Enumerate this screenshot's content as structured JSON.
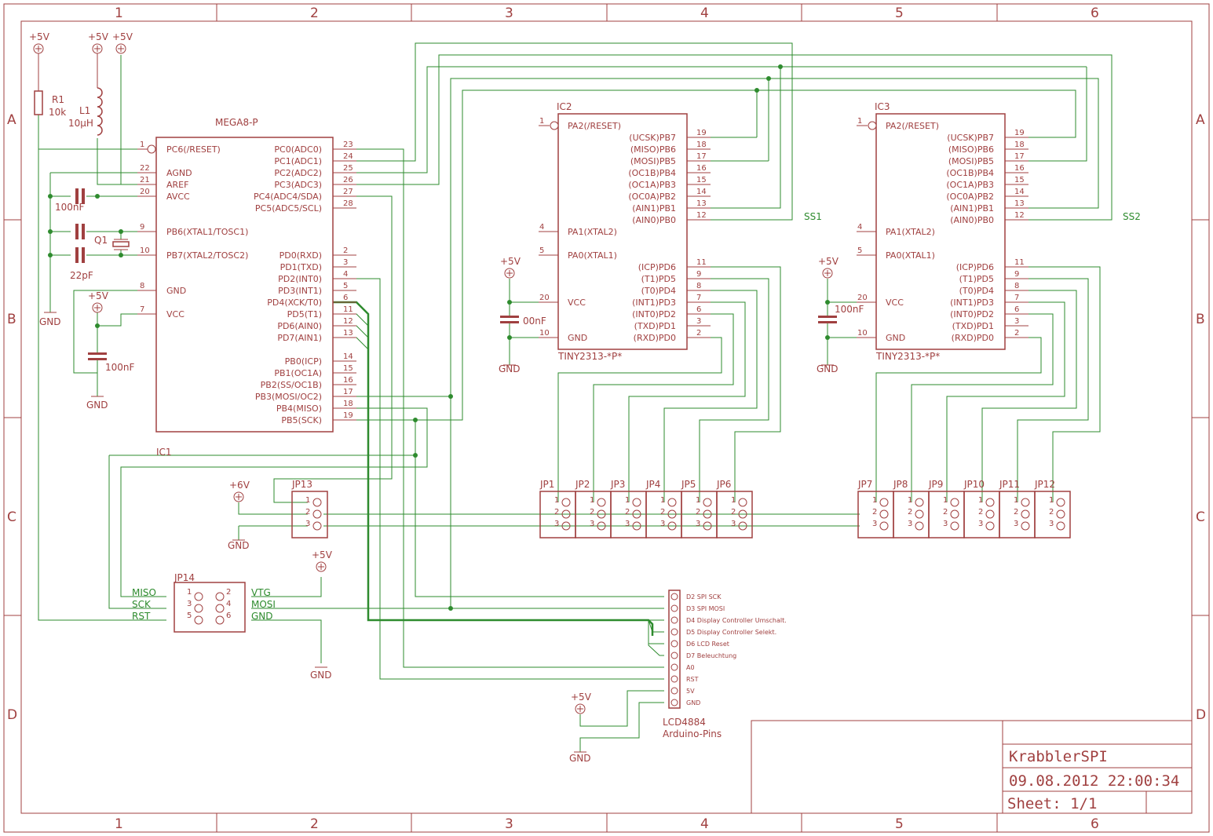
{
  "frame": {
    "cols": [
      "1",
      "2",
      "3",
      "4",
      "5",
      "6"
    ],
    "rows": [
      "A",
      "B",
      "C",
      "D"
    ]
  },
  "title_block": {
    "title": "KrabblerSPI",
    "datetime": "09.08.2012  22:00:34",
    "sheet": "Sheet: 1/1"
  },
  "power": {
    "vcc5": "+5V",
    "vcc6": "+6V",
    "gnd": "GND"
  },
  "components": {
    "r1": {
      "name": "R1",
      "value": "10k"
    },
    "l1": {
      "name": "L1",
      "value": "10µH"
    },
    "q1": {
      "name": "Q1"
    },
    "c_100n": "100nF",
    "c_22p": "22pF",
    "c_00n": "00nF",
    "mega": {
      "name": "MEGA8-P",
      "ref": "IC1",
      "left": [
        {
          "n": "1",
          "p": "PC6(/RESET)"
        },
        {
          "n": "22",
          "p": "AGND"
        },
        {
          "n": "21",
          "p": "AREF"
        },
        {
          "n": "20",
          "p": "AVCC"
        },
        {
          "n": "9",
          "p": "PB6(XTAL1/TOSC1)"
        },
        {
          "n": "10",
          "p": "PB7(XTAL2/TOSC2)"
        },
        {
          "n": "8",
          "p": "GND"
        },
        {
          "n": "7",
          "p": "VCC"
        }
      ],
      "right": [
        {
          "n": "23",
          "p": "PC0(ADC0)"
        },
        {
          "n": "24",
          "p": "PC1(ADC1)"
        },
        {
          "n": "25",
          "p": "PC2(ADC2)"
        },
        {
          "n": "26",
          "p": "PC3(ADC3)"
        },
        {
          "n": "27",
          "p": "PC4(ADC4/SDA)"
        },
        {
          "n": "28",
          "p": "PC5(ADC5/SCL)"
        },
        {
          "n": "2",
          "p": "PD0(RXD)"
        },
        {
          "n": "3",
          "p": "PD1(TXD)"
        },
        {
          "n": "4",
          "p": "PD2(INT0)"
        },
        {
          "n": "5",
          "p": "PD3(INT1)"
        },
        {
          "n": "6",
          "p": "PD4(XCK/T0)"
        },
        {
          "n": "11",
          "p": "PD5(T1)"
        },
        {
          "n": "12",
          "p": "PD6(AIN0)"
        },
        {
          "n": "13",
          "p": "PD7(AIN1)"
        },
        {
          "n": "14",
          "p": "PB0(ICP)"
        },
        {
          "n": "15",
          "p": "PB1(OC1A)"
        },
        {
          "n": "16",
          "p": "PB2(SS/OC1B)"
        },
        {
          "n": "17",
          "p": "PB3(MOSI/OC2)"
        },
        {
          "n": "18",
          "p": "PB4(MISO)"
        },
        {
          "n": "19",
          "p": "PB5(SCK)"
        }
      ]
    },
    "tiny": {
      "ic2": "IC2",
      "ic3": "IC3",
      "value": "TINY2313-*P*",
      "left": [
        {
          "n": "1",
          "p": "PA2(/RESET)"
        },
        {
          "n": "4",
          "p": "PA1(XTAL2)"
        },
        {
          "n": "5",
          "p": "PA0(XTAL1)"
        },
        {
          "n": "20",
          "p": "VCC"
        },
        {
          "n": "10",
          "p": "GND"
        }
      ],
      "right": [
        {
          "n": "19",
          "p": "(UCSK)PB7"
        },
        {
          "n": "18",
          "p": "(MISO)PB6"
        },
        {
          "n": "17",
          "p": "(MOSI)PB5"
        },
        {
          "n": "16",
          "p": "(OC1B)PB4"
        },
        {
          "n": "15",
          "p": "(OC1A)PB3"
        },
        {
          "n": "14",
          "p": "(OC0A)PB2"
        },
        {
          "n": "13",
          "p": "(AIN1)PB1"
        },
        {
          "n": "12",
          "p": "(AIN0)PB0"
        },
        {
          "n": "11",
          "p": "(ICP)PD6"
        },
        {
          "n": "9",
          "p": "(T1)PD5"
        },
        {
          "n": "8",
          "p": "(T0)PD4"
        },
        {
          "n": "7",
          "p": "(INT1)PD3"
        },
        {
          "n": "6",
          "p": "(INT0)PD2"
        },
        {
          "n": "3",
          "p": "(TXD)PD1"
        },
        {
          "n": "2",
          "p": "(RXD)PD0"
        }
      ]
    },
    "ss1": "SS1",
    "ss2": "SS2",
    "jumpers": [
      "JP1",
      "JP2",
      "JP3",
      "JP4",
      "JP5",
      "JP6",
      "JP7",
      "JP8",
      "JP9",
      "JP10",
      "JP11",
      "JP12"
    ],
    "jp13": "JP13",
    "jp14": {
      "name": "JP14",
      "left": [
        "MISO",
        "SCK",
        "RST"
      ],
      "right": [
        "VTG",
        "MOSI",
        "GND"
      ],
      "pins": [
        "1",
        "2",
        "3",
        "4",
        "5",
        "6"
      ]
    },
    "lcd": {
      "name": "LCD4884",
      "value": "Arduino-Pins",
      "pins": [
        "D2 SPI SCK",
        "D3 SPI MOSI",
        "D4 Display Controller Umschalt.",
        "D5 Display Controller Selekt.",
        "D6 LCD Reset",
        "D7 Beleuchtung",
        "A0",
        "RST",
        "5V",
        "GND"
      ]
    },
    "pin_nums": [
      "1",
      "2",
      "3"
    ]
  },
  "colors": {
    "part": "#a04040",
    "wire": "#2e8b2e"
  }
}
